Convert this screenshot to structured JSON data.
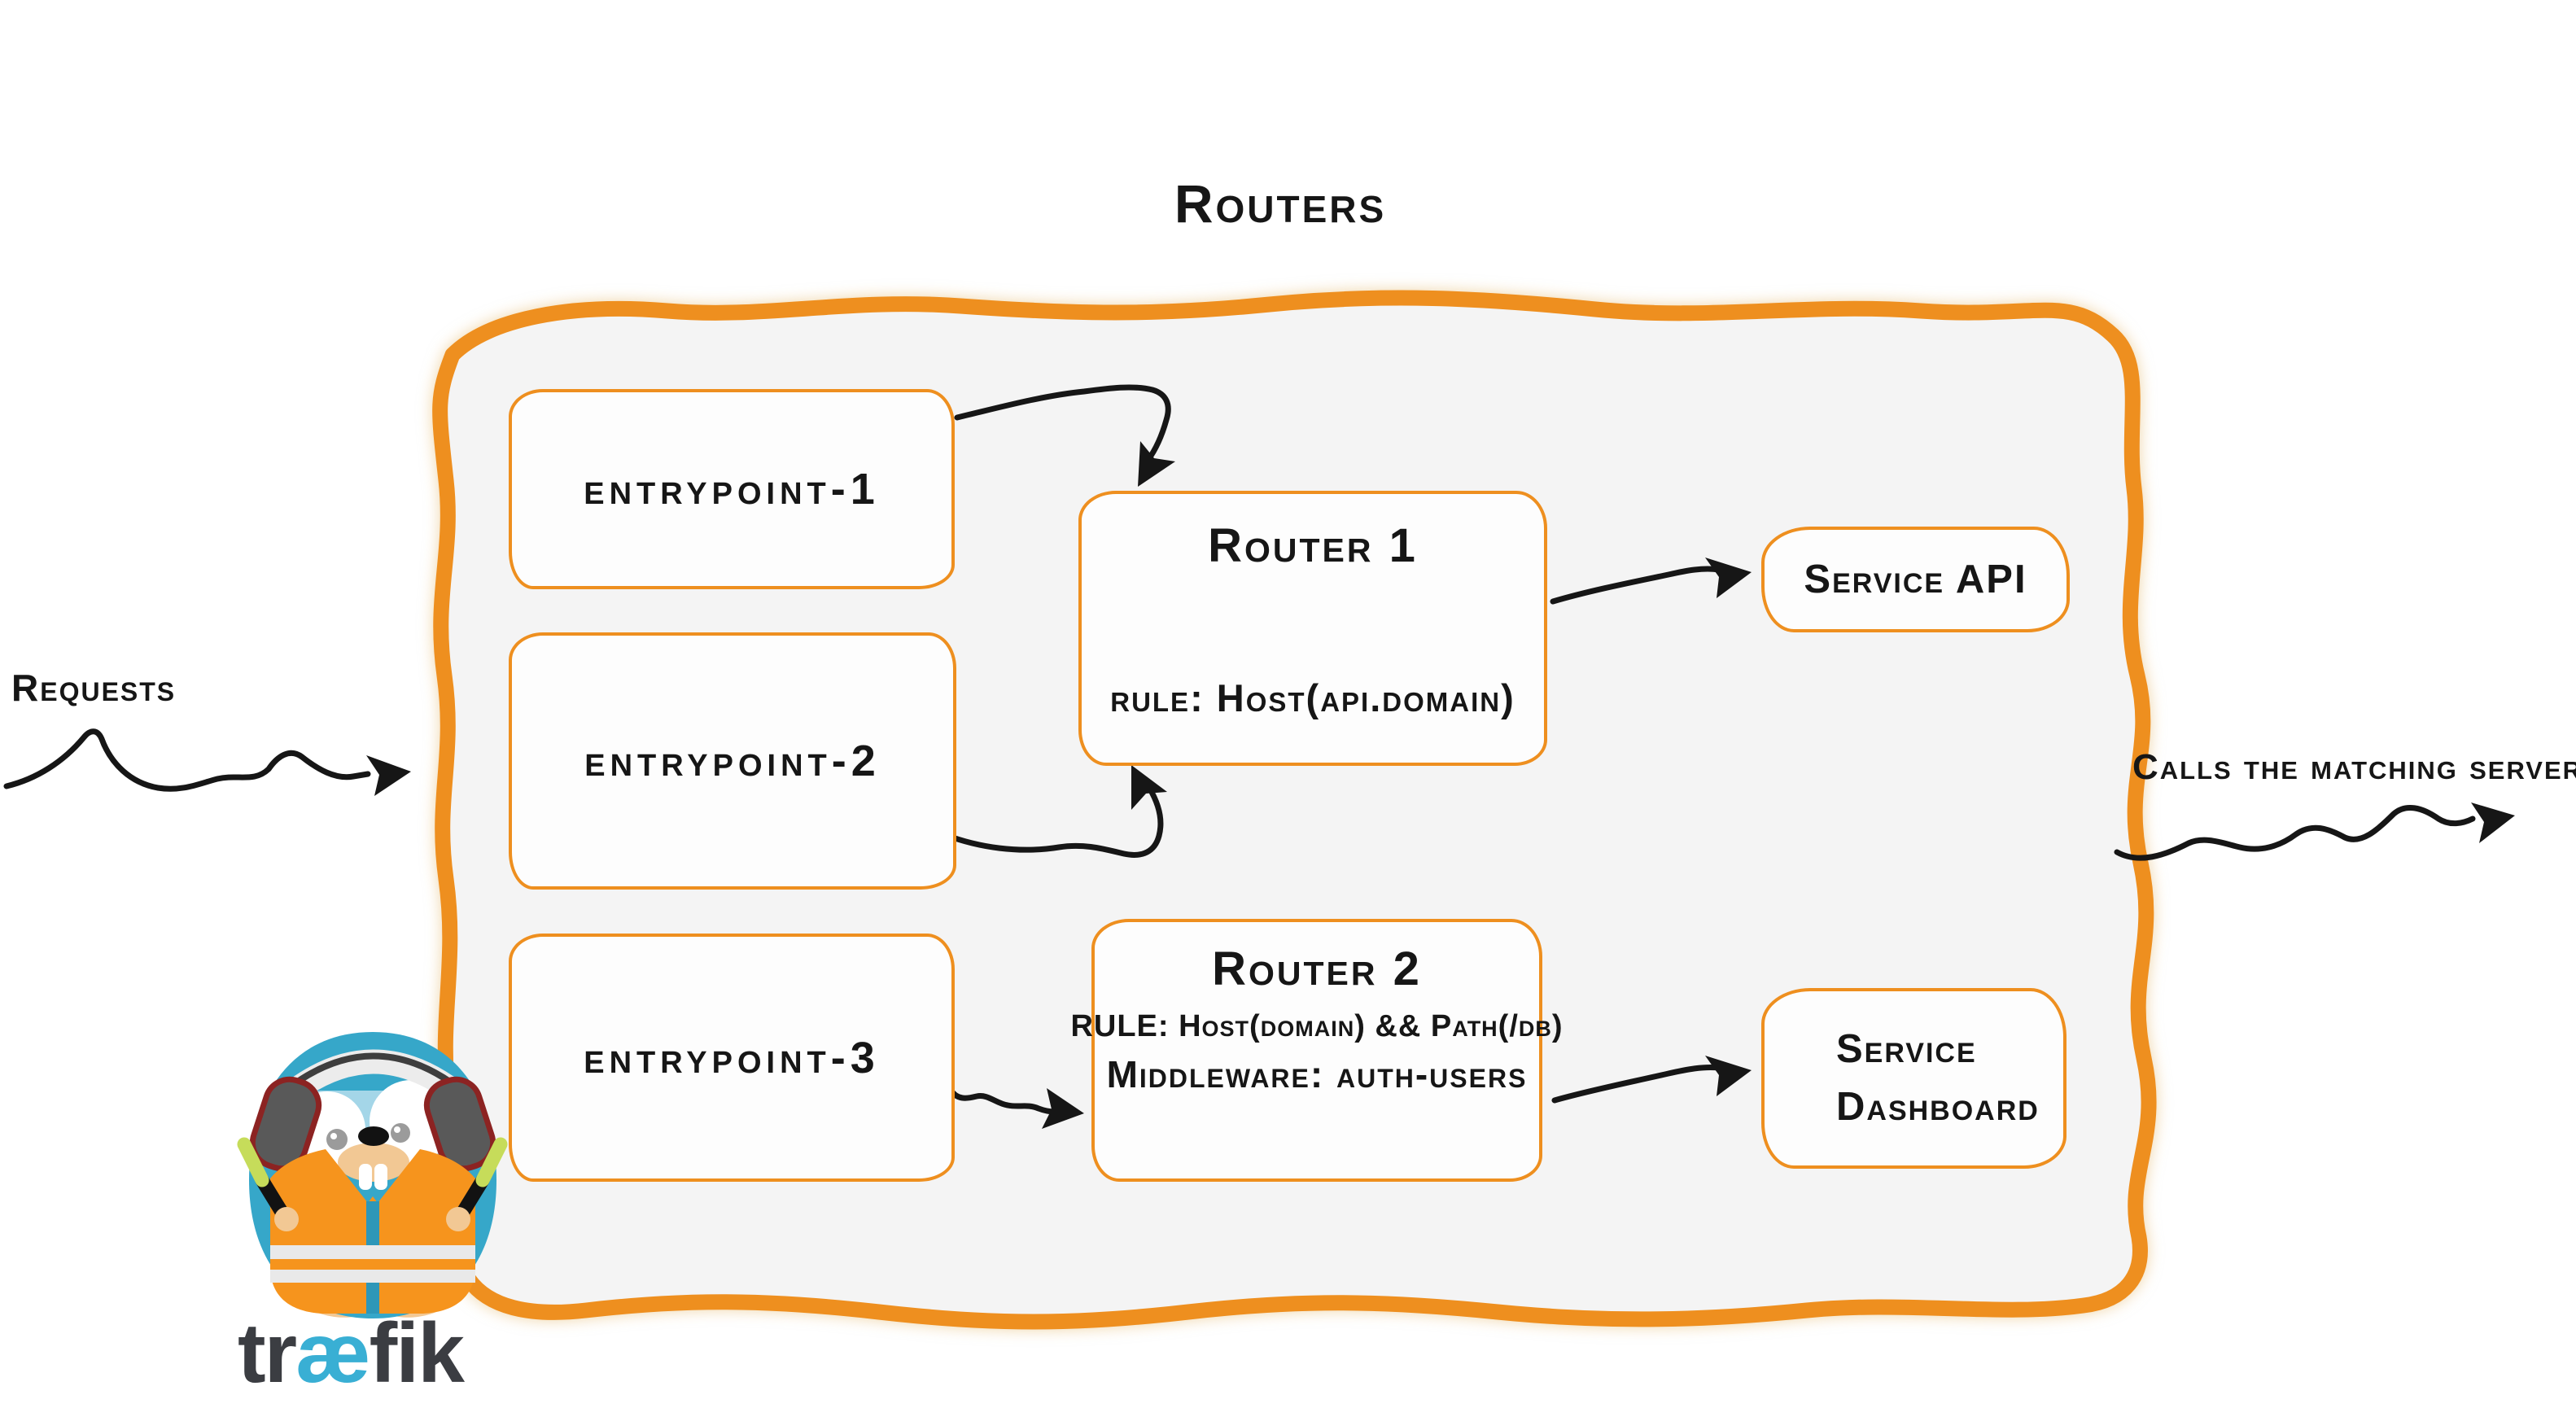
{
  "title": "Routers",
  "outside": {
    "requests_label": "Requests",
    "calls_label": "Calls the matching server"
  },
  "entrypoints": [
    {
      "label": "entrypoint-1"
    },
    {
      "label": "entrypoint-2"
    },
    {
      "label": "entrypoint-3"
    }
  ],
  "routers": [
    {
      "title": "Router 1",
      "lines": [
        "rule: Host(api.domain)"
      ]
    },
    {
      "title": "Router 2",
      "lines": [
        "RULE: Host(domain) && Path(/db)",
        "Middleware: auth-users"
      ]
    }
  ],
  "services": [
    {
      "label": "Service API"
    },
    {
      "label": "Service Dashboard"
    }
  ],
  "logo": {
    "pre": "tr",
    "ligature": "æ",
    "post": "fik"
  },
  "colors": {
    "orange": "#EE8F1F",
    "container_fill": "#F4F4F4",
    "ink": "#161616",
    "teal_body": "#36A7C9",
    "ligature_teal": "#39AFD4",
    "wordmark_gray": "#3B3D42",
    "vest_orange": "#F6941D",
    "baton_lime": "#C6DC5A"
  }
}
